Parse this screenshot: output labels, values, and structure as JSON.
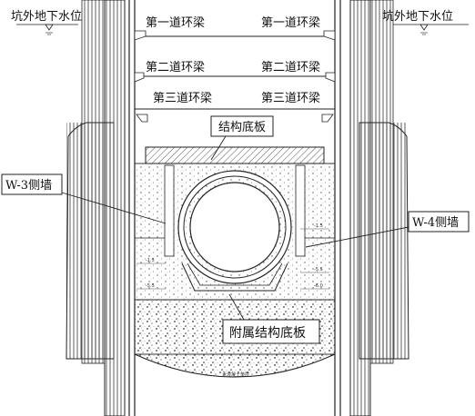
{
  "groundwater": {
    "left": "坑外地下水位",
    "right": "坑外地下水位"
  },
  "ring_beams": {
    "first_left": "第一道环梁",
    "first_right": "第一道环梁",
    "second_left": "第二道环梁",
    "second_right": "第二道环梁",
    "third_left": "第三道环梁",
    "third_right": "第三道环梁"
  },
  "callouts": {
    "structural_base_slab": "结构底板",
    "side_wall_w3": "W-3侧墙",
    "side_wall_w4": "W-4侧墙",
    "auxiliary_base_slab": "附属结构底板"
  },
  "small_marks": {
    "level_left_1": "-1.5",
    "level_left_2": "-5.5",
    "level_right_1": "-1.5",
    "level_right_2": "-5.5",
    "level_right_3": "-6.0",
    "bottom_note": "素混凝土垫层"
  },
  "colors": {
    "line": "#222222",
    "hatch": "#444444",
    "fill_light": "#f2f2f2"
  }
}
